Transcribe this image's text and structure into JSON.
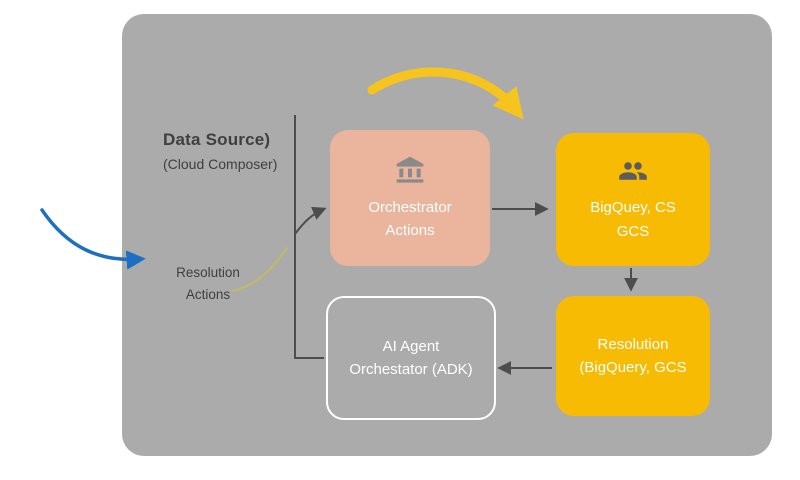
{
  "diagram": {
    "labels": {
      "data_source_line1": "Data Source)",
      "data_source_line2": "(Cloud Composer)",
      "resolution_actions_line1": "Resolution",
      "resolution_actions_line2": "Actions"
    },
    "nodes": {
      "orchestrator": {
        "line1": "Orchestrator",
        "line2": "Actions",
        "icon": "bank-icon"
      },
      "bigquery": {
        "line1": "BigQuey, CS",
        "line2": "GCS",
        "icon": "users-icon"
      },
      "resolution": {
        "line1": "Resolution",
        "line2": "(BigQuery, GCS"
      },
      "ai_agent": {
        "line1": "AI Agent",
        "line2": "Orchestator (ADK)"
      }
    },
    "colors": {
      "panel_gray": "#acabab",
      "node_peach": "#eab59c",
      "node_gold": "#f8bb03",
      "arrow_blue": "#1d6fc2",
      "arrow_yellow": "#f6c41c",
      "connector_dark": "#4d4d4d",
      "node_text": "#ffffff",
      "label_text": "#3f3f3f"
    }
  }
}
